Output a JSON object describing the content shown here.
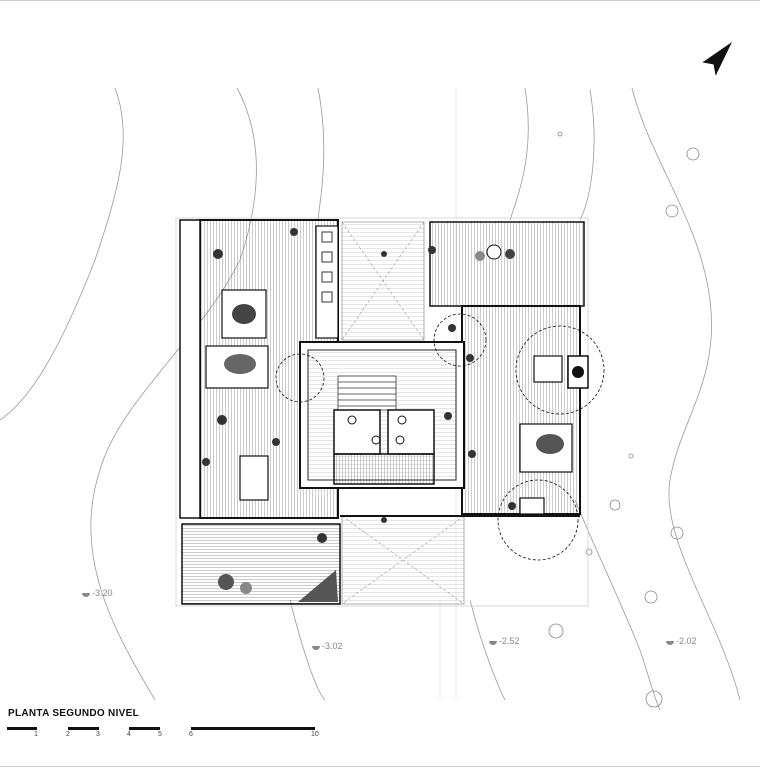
{
  "sheet": {
    "title": "PLANTA SEGUNDO NIVEL"
  },
  "levels": [
    "-3.20",
    "-3.02",
    "-2.52",
    "-2.02"
  ],
  "scale_bar": {
    "labels": [
      "1",
      "2",
      "3",
      "4",
      "5",
      "6",
      "10"
    ]
  },
  "icons": {
    "north": "north-arrow-icon"
  },
  "colors": {
    "ink": "#111111",
    "hatch": "#555555",
    "contour": "#9a9a9a",
    "paper": "#ffffff"
  }
}
